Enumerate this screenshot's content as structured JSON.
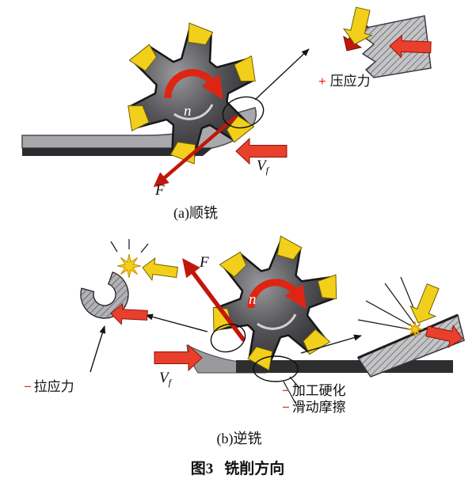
{
  "figure": {
    "caption_prefix": "图3",
    "caption_title": "铣削方向"
  },
  "panel_a": {
    "caption": "(a)顺铣",
    "spindle_label": "n",
    "force_label": "F",
    "feed_label_main": "V",
    "feed_label_sub": "f",
    "stress": {
      "marker": "+",
      "text": "压应力"
    }
  },
  "panel_b": {
    "caption": "(b)逆铣",
    "spindle_label": "n",
    "force_label": "F",
    "feed_label_main": "V",
    "feed_label_sub": "f",
    "tensile": {
      "marker": "−",
      "text": "拉应力"
    },
    "hardening": {
      "marker": "−",
      "text": "加工硬化"
    },
    "friction": {
      "marker": "−",
      "text": "滑动摩擦"
    }
  },
  "colors": {
    "arrow_red": "#e8402c",
    "arrow_red_dark": "#c1170a",
    "insert_yellow": "#f2cf1a",
    "marker_red": "#e8251a",
    "gear_dark": "#2e2e31",
    "workpiece_gray": "#a9a9ad"
  }
}
